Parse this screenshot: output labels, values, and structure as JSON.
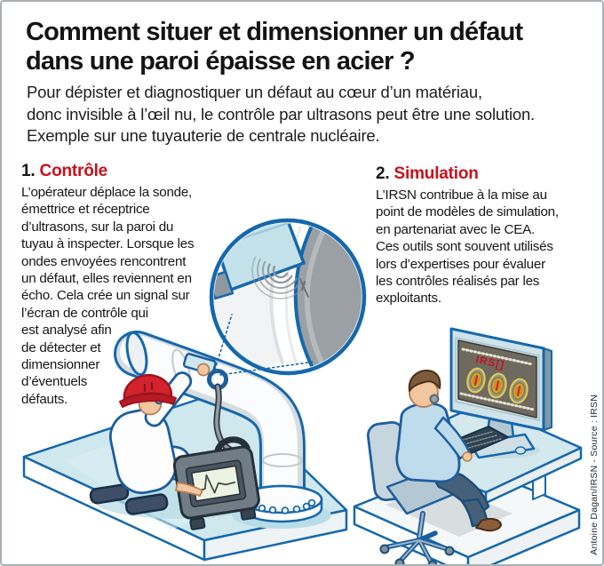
{
  "header": {
    "title_lines": [
      "Comment situer et dimensionner un défaut",
      "dans une paroi épaisse en acier ?"
    ],
    "intro": "Pour dépister et diagnostiquer un défaut au cœur d’un matériau,\ndonc invisible à l’œil nu, le contrôle par ultrasons peut être une solution.\nExemple sur une tuyauterie de centrale nucléaire."
  },
  "sections": [
    {
      "number": "1.",
      "title": "Contrôle",
      "body": "L’opérateur déplace la sonde,\némettrice et réceptrice\nd’ultrasons, sur la paroi du\ntuyau à inspecter. Lorsque les\nondes envoyées rencontrent\nun défaut, elles reviennent en\nécho. Cela crée un signal sur\nl’écran de contrôle qui\nest analysé afin\nde détecter et\ndimensionner\nd’éventuels\ndéfauts."
    },
    {
      "number": "2.",
      "title": "Simulation",
      "body": "L’IRSN contribue à la mise au\npoint de modèles de simulation,\nen partenariat avec le CEA.\nCes outils sont souvent utilisés\nlors d’expertises pour évaluer\nles contrôles réalisés par les\nexploitants."
    }
  ],
  "illustration": {
    "monitor_logo": "IRS[]",
    "icons": [
      "hard-hat-icon",
      "ultrasound-probe-icon",
      "ultrasound-waves-icon",
      "magnifier-circle",
      "pipe-flange",
      "control-device-icon",
      "desktop-monitor-icon",
      "office-chair-icon",
      "keyboard-icon",
      "mouse-icon"
    ]
  },
  "credit": "Antoine Dagan/IRSN - Source : IRSN",
  "colors": {
    "accent_red": "#c8101b",
    "outline_blue": "#1668ac",
    "platform_cyan": "#cfe8ee",
    "screen_dark": "#6e6a60",
    "hat_red": "#d2242c",
    "probe_blue": "#bfe1e9"
  }
}
